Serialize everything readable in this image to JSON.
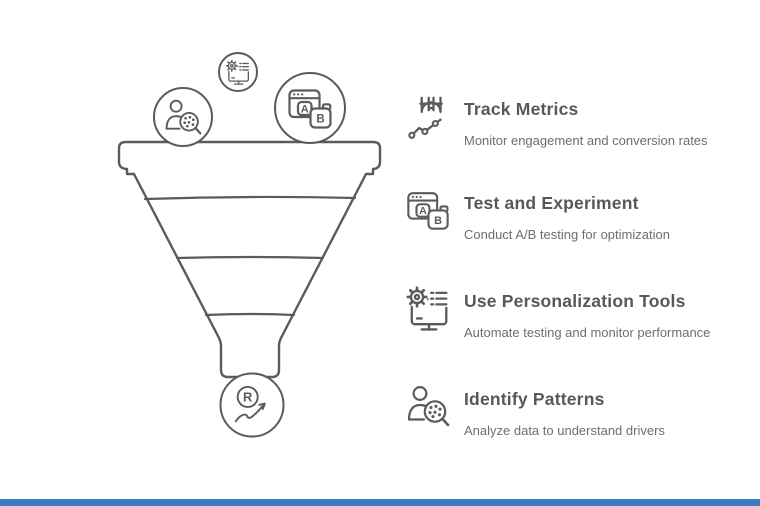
{
  "colors": {
    "accent": "#3e7cc1",
    "stroke": "#5a5b5d",
    "heading": "#57585a",
    "description": "#6e6e6e",
    "canvas_bg": "#ffffff"
  },
  "funnel": {
    "description": "Hand-drawn four-segment marketing funnel",
    "segments": 4,
    "top_circle_icons": [
      {
        "icon": "person-magnifier-icon"
      },
      {
        "icon": "monitor-gear-icon"
      },
      {
        "icon": "ab-test-windows-icon"
      }
    ],
    "bottom_circle_icon": {
      "icon": "registered-trend-arrow-icon"
    },
    "glyphs": {
      "a": "A",
      "b": "B",
      "r": "R"
    }
  },
  "items": [
    {
      "title": "Track Metrics",
      "description": "Monitor engagement and conversion rates",
      "icon": "magnet-chart-icon"
    },
    {
      "title": "Test and Experiment",
      "description": "Conduct A/B testing for optimization",
      "icon": "ab-test-windows-icon"
    },
    {
      "title": "Use Personalization Tools",
      "description": "Automate testing and monitor performance",
      "icon": "monitor-gear-icon"
    },
    {
      "title": "Identify Patterns",
      "description": "Analyze data to understand drivers",
      "icon": "person-magnifier-icon"
    }
  ]
}
